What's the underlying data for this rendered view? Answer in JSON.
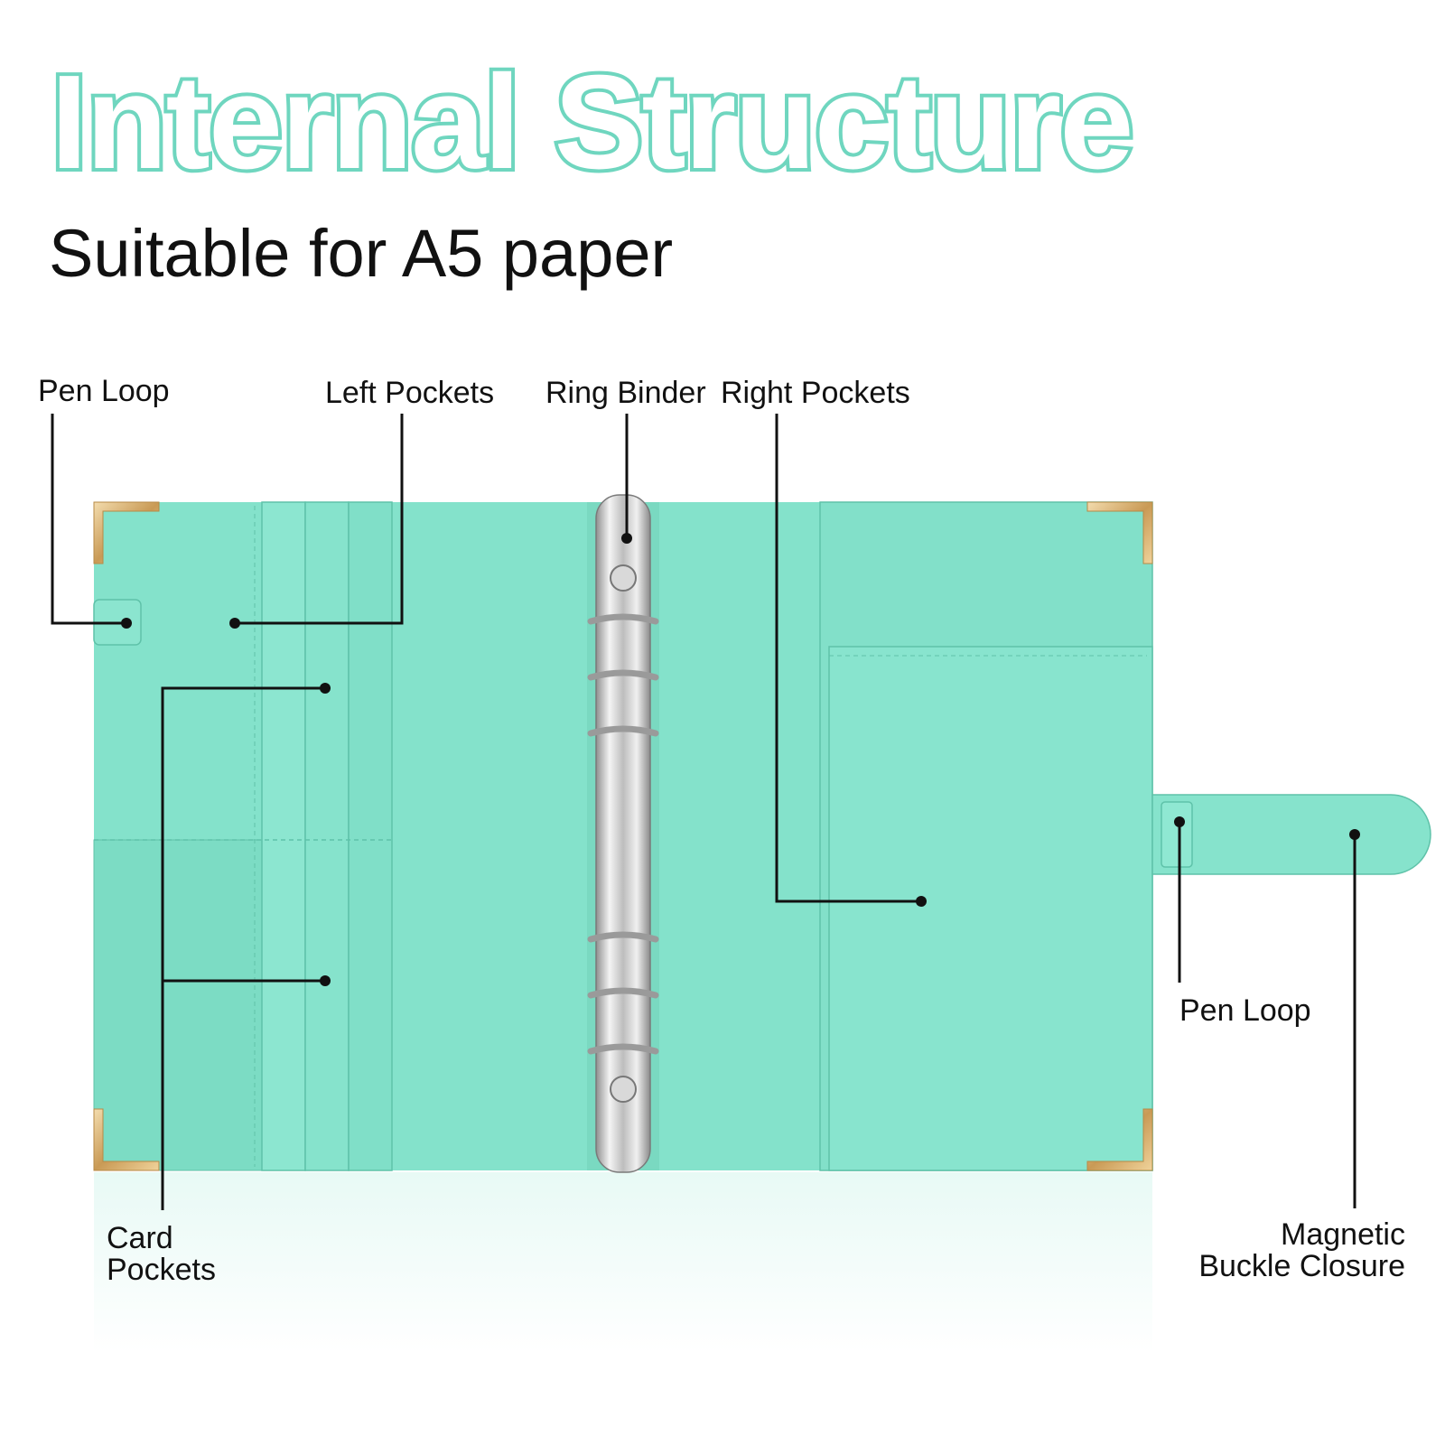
{
  "title": "Internal Structure",
  "subtitle": "Suitable for A5 paper",
  "labels": {
    "pen_loop_left": "Pen Loop",
    "left_pockets": "Left Pockets",
    "ring_binder": "Ring Binder",
    "right_pockets": "Right Pockets",
    "pen_loop_right": "Pen Loop",
    "card_pockets_line1": "Card",
    "card_pockets_line2": "Pockets",
    "magnetic_line1": "Magnetic",
    "magnetic_line2": "Buckle Closure"
  },
  "colors": {
    "title_outline": "#6fd6bf",
    "binder_mint": "#7fe0c8",
    "binder_mint_dark": "#6ccfb6",
    "metal_gold": "#d8b070",
    "ring_silver": "#c9c9c9",
    "leader_line": "#111111"
  }
}
